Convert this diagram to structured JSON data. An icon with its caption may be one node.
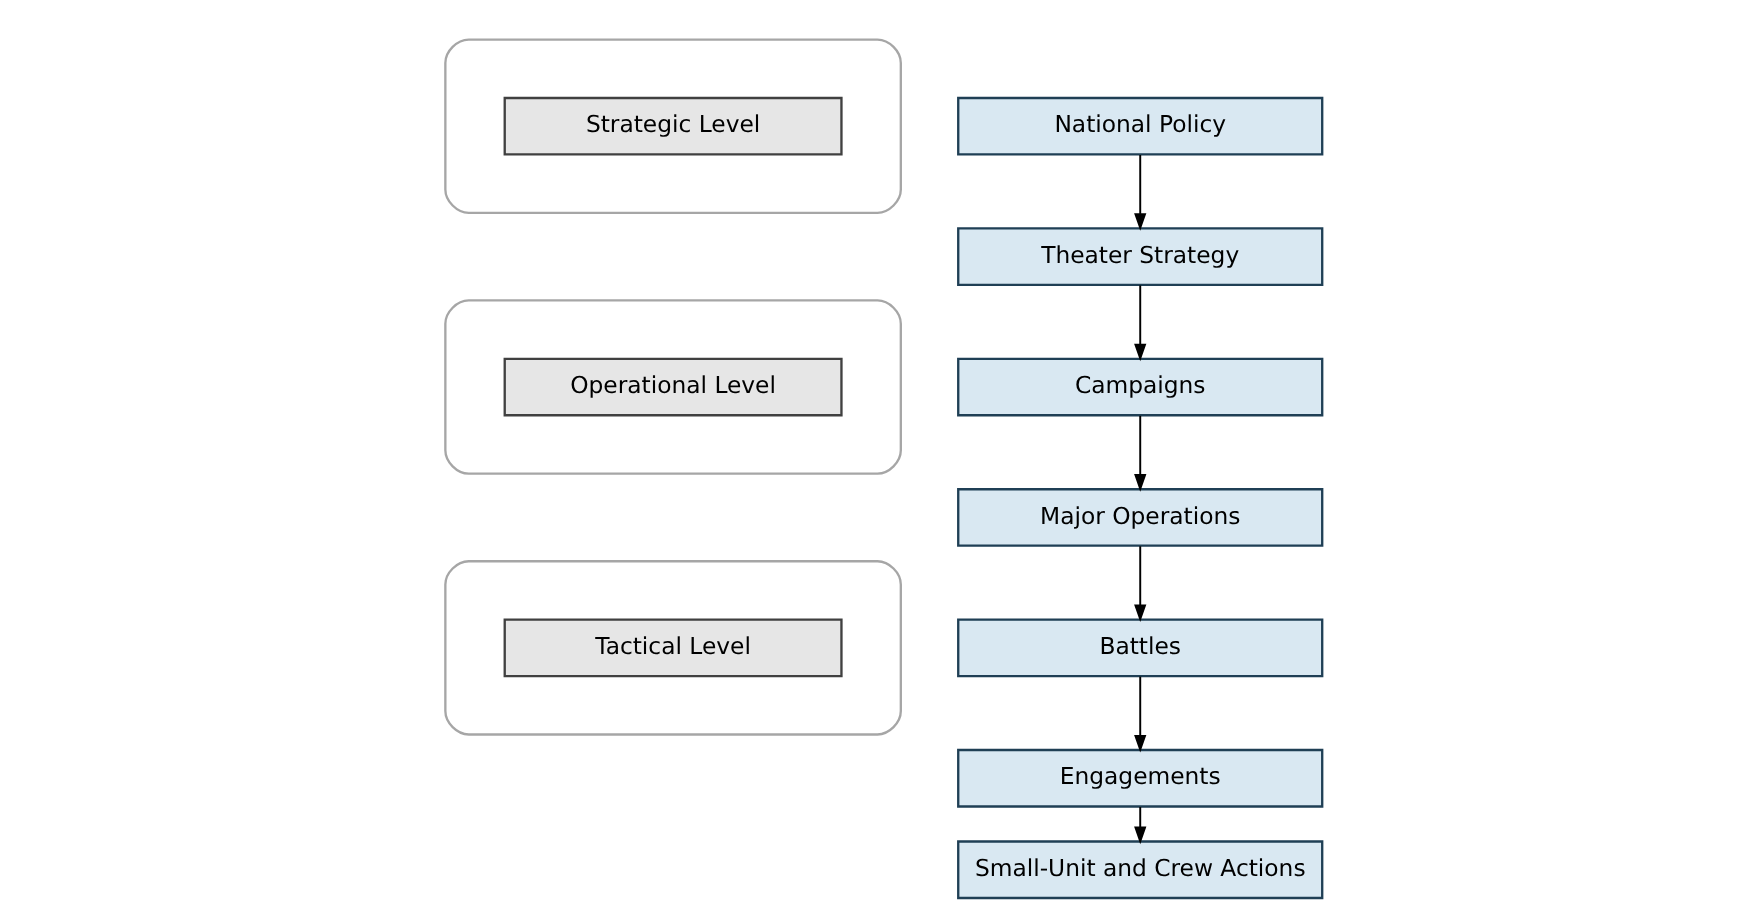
{
  "diagram": {
    "nodes": [
      {
        "text": [],
        "shape": "ellipse"
      },
      {
        "text": [
          "Strategic Level"
        ],
        "in": 0
      },
      {
        "text": [],
        "shape": "ellipse"
      },
      {
        "text": [
          "Operational Level"
        ],
        "in": 2
      },
      {
        "text": [],
        "shape": "ellipse"
      },
      {
        "text": [
          "Tactical Level"
        ],
        "in": 4
      },
      {
        "text": [
          "National Policy"
        ]
      },
      {
        "text": [
          "Theater Strategy"
        ]
      },
      {
        "text": [
          "Campaigns"
        ]
      },
      {
        "text": [
          "Major Operations"
        ]
      },
      {
        "text": [
          "Battles"
        ]
      },
      {
        "text": [
          "Engagements"
        ]
      },
      {
        "text": [
          "Small-Unit and Crew Actions"
        ]
      }
    ],
    "edges": [
      {
        "from": 6,
        "to": 7,
        "arrow": "to"
      },
      {
        "from": 7,
        "to": 8,
        "arrow": "to"
      },
      {
        "from": 8,
        "to": 9,
        "arrow": "to"
      },
      {
        "from": 9,
        "to": 10,
        "arrow": "to"
      },
      {
        "from": 10,
        "to": 11,
        "arrow": "to"
      },
      {
        "from": 11,
        "to": 12,
        "arrow": "to"
      }
    ]
  }
}
